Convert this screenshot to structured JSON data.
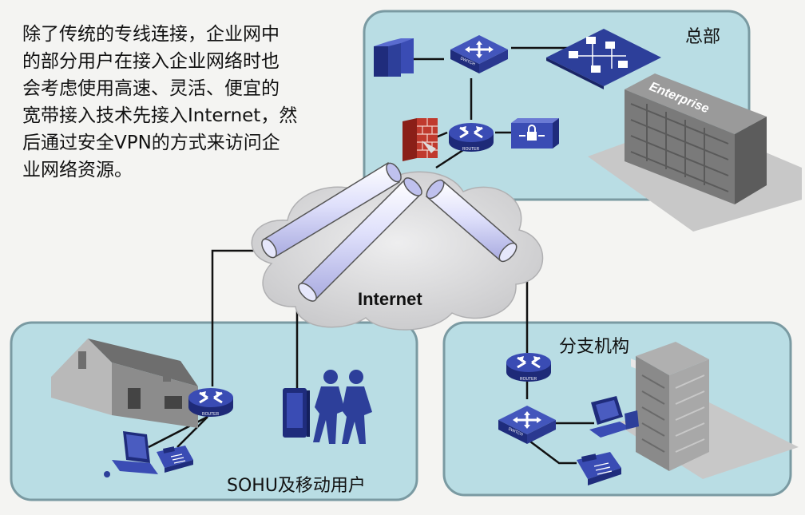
{
  "intro_lines": [
    "除了传统的专线连接，企业网中",
    "的部分用户在接入企业网络时也",
    "会考虑使用高速、灵活、便宜的",
    "宽带接入技术先接入Internet，然",
    "后通过安全VPN的方式来访问企",
    "业网络资源。"
  ],
  "regions": {
    "hq": "总部",
    "branch": "分支机构",
    "soho": "SOHU及移动用户"
  },
  "internet_label": "Internet",
  "device_labels": {
    "switch": "SWITCH",
    "router": "ROUTER",
    "enterprise": "Enterprise"
  },
  "colors": {
    "region_fill": "#b9dde4",
    "region_border": "#7a9aa2",
    "device_blue": "#2d3f9a",
    "cloud": "#d6d6d8",
    "tunnel": "#c6c8ee",
    "firewall": "#c03a2e"
  },
  "icons": [
    "server-icon",
    "switch-icon",
    "router-icon",
    "firewall-icon",
    "vpn-lock-icon",
    "lan-icon",
    "building-icon",
    "house-icon",
    "laptop-icon",
    "phone-icon",
    "pda-icon",
    "mobile-users-icon",
    "workstation-icon",
    "office-tower-icon"
  ]
}
